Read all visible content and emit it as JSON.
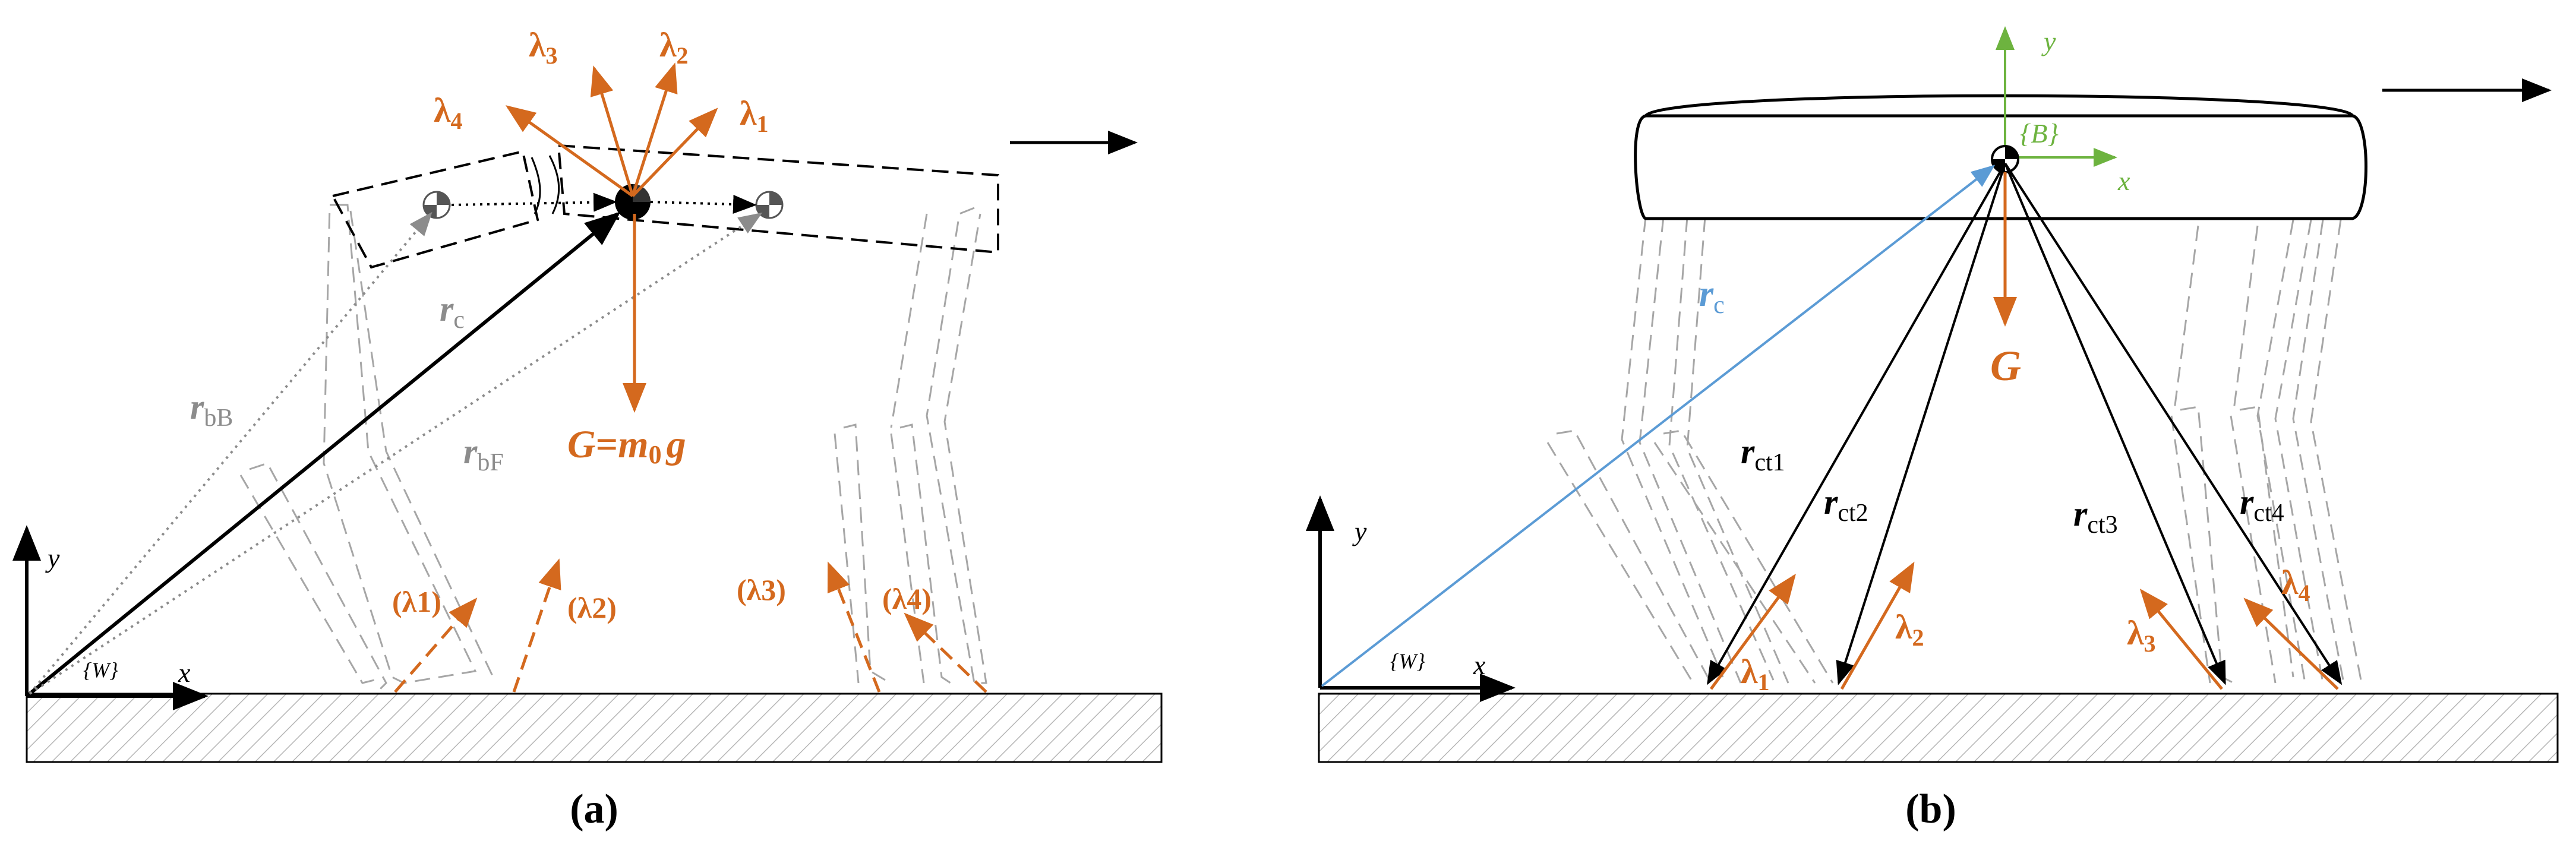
{
  "panel_a": {
    "caption": "(a)",
    "world_frame": "{W}",
    "axis_x": "x",
    "axis_y": "y",
    "force_labels": [
      "λ3",
      "λ2",
      "λ4",
      "λ1"
    ],
    "force_sym": "λ",
    "force_subs": [
      "3",
      "2",
      "4",
      "1"
    ],
    "ground_force_labels": [
      "(λ1)",
      "(λ2)",
      "(λ3)",
      "(λ4)"
    ],
    "r_c": {
      "base": "r",
      "sub": "c"
    },
    "r_bB": {
      "base": "r",
      "sub": "bB"
    },
    "r_bF": {
      "base": "r",
      "sub": "bF"
    },
    "gravity": {
      "G": "G",
      "eq": "=",
      "m": "m",
      "sub": "0",
      "g": "g"
    }
  },
  "panel_b": {
    "caption": "(b)",
    "world_frame": "{W}",
    "body_frame": "{B}",
    "axis_x": "x",
    "axis_y": "y",
    "r_c": {
      "base": "r",
      "sub": "c"
    },
    "gravity": "G",
    "contact_vectors": [
      {
        "base": "r",
        "sub": "ct1"
      },
      {
        "base": "r",
        "sub": "ct2"
      },
      {
        "base": "r",
        "sub": "ct3"
      },
      {
        "base": "r",
        "sub": "ct4"
      }
    ],
    "force_sym": "λ",
    "force_subs": [
      "1",
      "2",
      "3",
      "4"
    ]
  },
  "colors": {
    "force": "#d4691e",
    "body_axes": "#6db33f",
    "r_c_b": "#5b9bd5",
    "leg_dash": "#a6a6a6",
    "black": "#000000"
  }
}
